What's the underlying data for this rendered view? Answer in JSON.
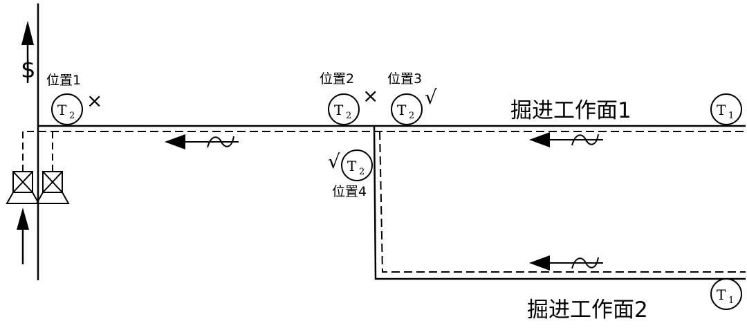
{
  "diagram": {
    "faces": {
      "face1": "掘进工作面1",
      "face2": "掘进工作面2"
    },
    "positions": {
      "p1": "位置1",
      "p2": "位置2",
      "p3": "位置3",
      "p4": "位置4"
    },
    "marks": {
      "wrong": "×",
      "right": "√"
    },
    "sensors": {
      "t2": {
        "letter": "T",
        "sub": "2"
      },
      "t1": {
        "letter": "T",
        "sub": "1"
      }
    },
    "symbols": {
      "airflow": "$"
    }
  }
}
